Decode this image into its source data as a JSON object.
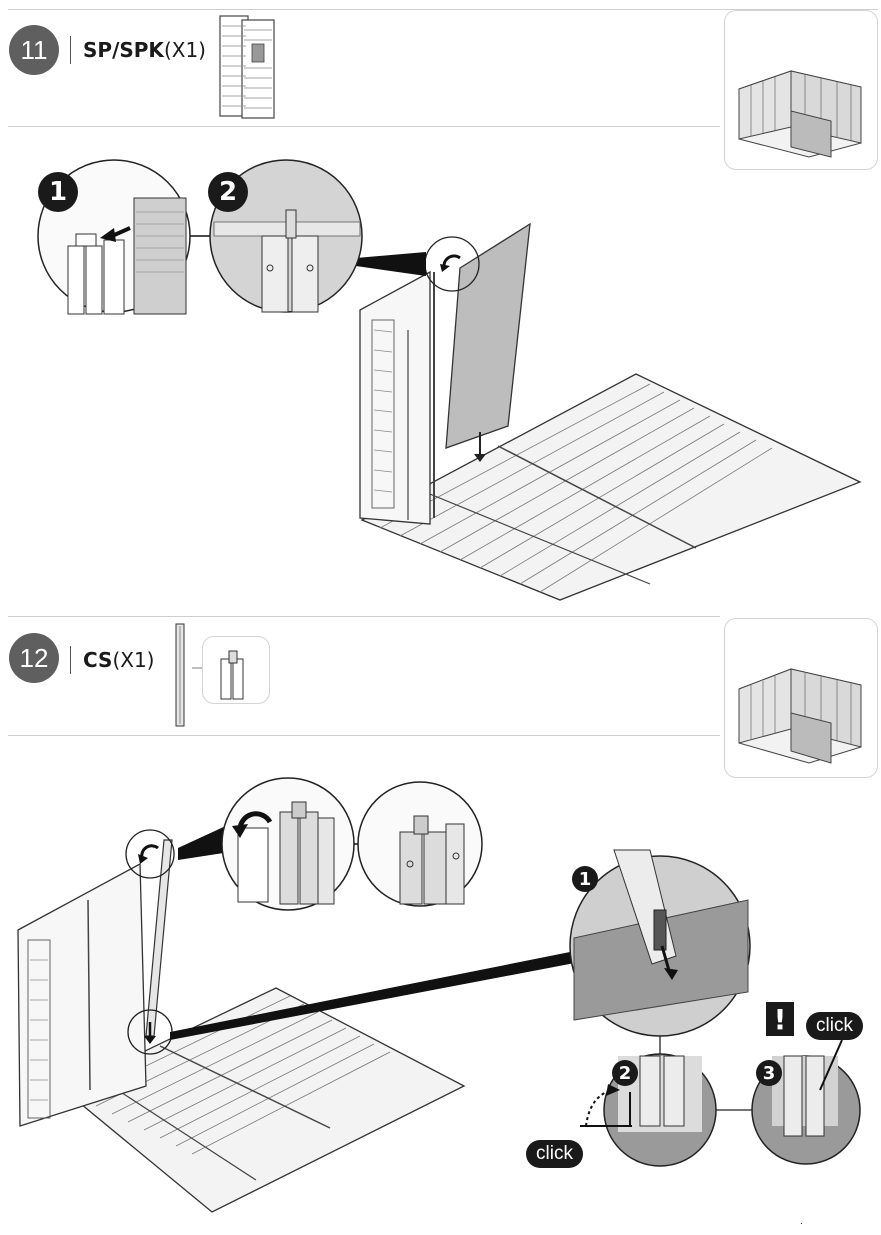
{
  "steps": [
    {
      "number": "11",
      "part_code": "SP/SPK",
      "part_qty": "(X1)"
    },
    {
      "number": "12",
      "part_code": "CS",
      "part_qty": "(X1)"
    }
  ],
  "callouts": {
    "step11": [
      "1",
      "2"
    ],
    "step12": [
      "1",
      "2",
      "3"
    ]
  },
  "labels": {
    "click": "click",
    "warning": "!"
  },
  "footer_mark": "."
}
